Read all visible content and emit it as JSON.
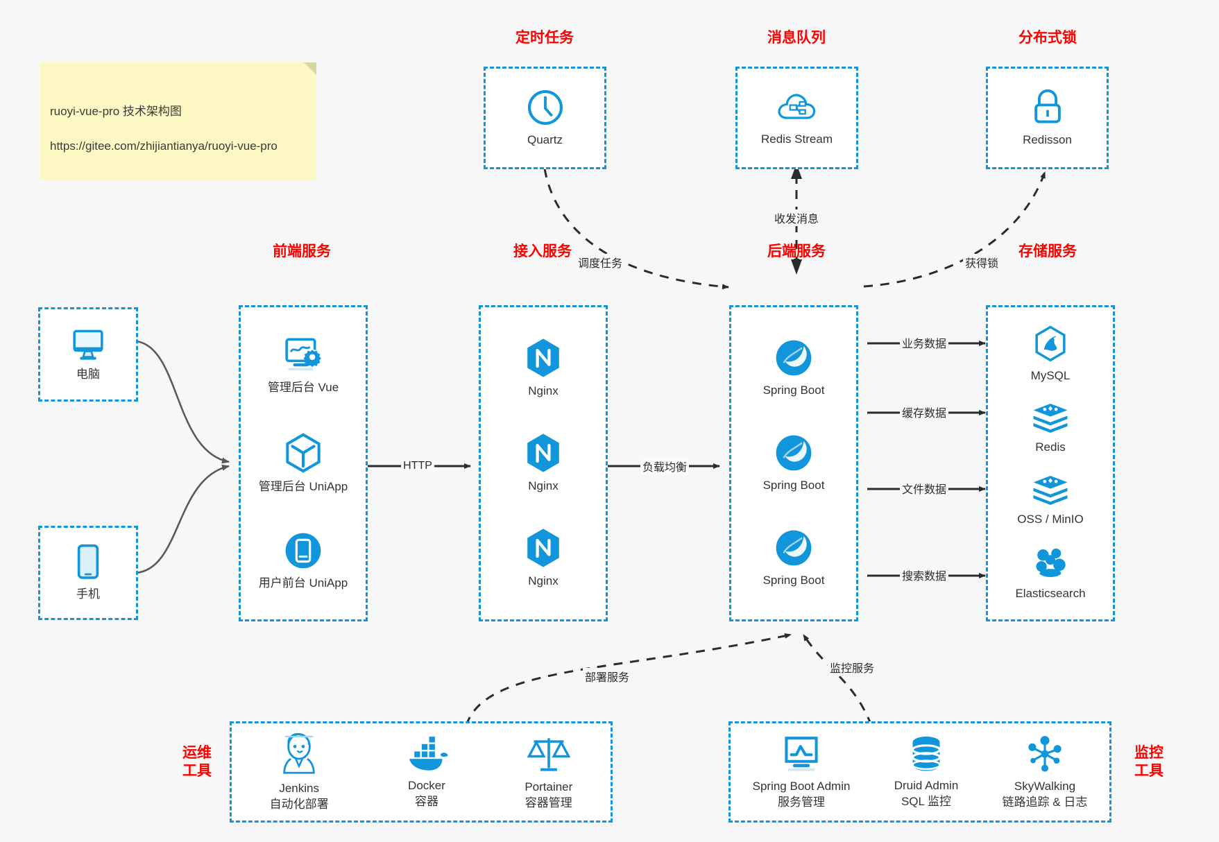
{
  "note": {
    "line1": "ruoyi-vue-pro 技术架构图",
    "line2": "https://gitee.com/zhijiantianya/ruoyi-vue-pro"
  },
  "colors": {
    "accent": "#1296db",
    "group_title": "#ff0000",
    "note_bg": "#fdf7c3",
    "canvas_bg": "#f7f7f7",
    "edge": "#2b2b2b",
    "client_edge": "#595959"
  },
  "groups": {
    "scheduled_task": "定时任务",
    "message_queue": "消息队列",
    "distributed_lock": "分布式锁",
    "frontend_service": "前端服务",
    "access_service": "接入服务",
    "backend_service": "后端服务",
    "storage_service": "存储服务",
    "ops_tools": "运维\n工具",
    "monitor_tools": "监控\n工具"
  },
  "nodes": {
    "quartz": {
      "label": "Quartz",
      "icon": "clock-icon"
    },
    "redis_stream": {
      "label": "Redis Stream",
      "icon": "cloud-stream-icon"
    },
    "redisson": {
      "label": "Redisson",
      "icon": "lock-icon"
    },
    "computer": {
      "label": "电脑",
      "icon": "desktop-icon"
    },
    "phone": {
      "label": "手机",
      "icon": "mobile-icon"
    },
    "admin_vue": {
      "label": "管理后台 Vue",
      "icon": "dashboard-gear-icon"
    },
    "admin_uniapp": {
      "label": "管理后台 UniApp",
      "icon": "cube-icon"
    },
    "user_uniapp": {
      "label": "用户前台 UniApp",
      "icon": "app-circle-icon"
    },
    "nginx1": {
      "label": "Nginx",
      "icon": "nginx-icon"
    },
    "nginx2": {
      "label": "Nginx",
      "icon": "nginx-icon"
    },
    "nginx3": {
      "label": "Nginx",
      "icon": "nginx-icon"
    },
    "springboot1": {
      "label": "Spring Boot",
      "icon": "spring-boot-icon"
    },
    "springboot2": {
      "label": "Spring Boot",
      "icon": "spring-boot-icon"
    },
    "springboot3": {
      "label": "Spring Boot",
      "icon": "spring-boot-icon"
    },
    "mysql": {
      "label": "MySQL",
      "icon": "mysql-icon"
    },
    "redis": {
      "label": "Redis",
      "icon": "redis-icon"
    },
    "oss": {
      "label": "OSS / MinIO",
      "icon": "oss-icon"
    },
    "elasticsearch": {
      "label": "Elasticsearch",
      "icon": "elasticsearch-icon"
    },
    "jenkins": {
      "label": "Jenkins\n自动化部署",
      "icon": "jenkins-icon"
    },
    "docker": {
      "label": "Docker\n容器",
      "icon": "docker-icon"
    },
    "portainer": {
      "label": "Portainer\n容器管理",
      "icon": "scales-icon"
    },
    "sba": {
      "label": "Spring Boot Admin\n服务管理",
      "icon": "monitor-chart-icon"
    },
    "druid": {
      "label": "Druid Admin\nSQL 监控",
      "icon": "database-icon"
    },
    "skywalking": {
      "label": "SkyWalking\n链路追踪 & 日志",
      "icon": "network-nodes-icon"
    }
  },
  "edges": {
    "schedule_task": "调度任务",
    "send_receive_message": "收发消息",
    "acquire_lock": "获得锁",
    "http": "HTTP",
    "load_balance": "负载均衡",
    "business_data": "业务数据",
    "cache_data": "缓存数据",
    "file_data": "文件数据",
    "search_data": "搜索数据",
    "deploy_service": "部署服务",
    "monitor_service": "监控服务"
  }
}
